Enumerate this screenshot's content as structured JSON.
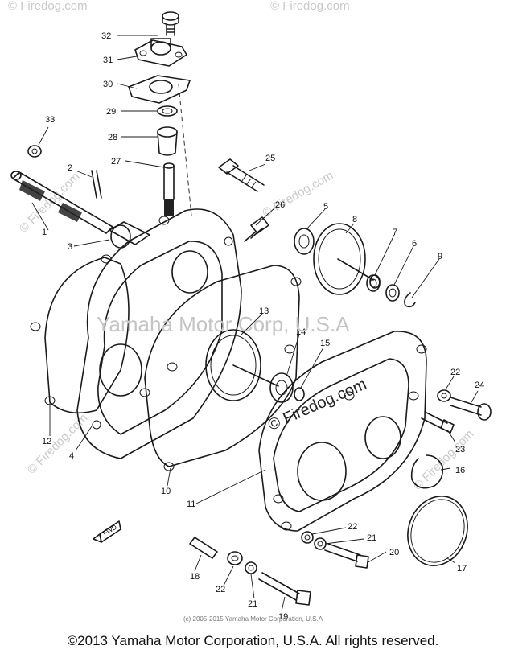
{
  "watermarks": {
    "brand": "© Firedog.com",
    "brand_short": "© Firedog.com",
    "center": "Yamaha Motor Corp, U.S.A"
  },
  "footer": {
    "caption": "©2013 Yamaha Motor Corporation, U.S.A. All rights reserved.",
    "small_copyright": "(c) 2005-2015 Yamaha Motor Corporation, U.S.A"
  },
  "fwd_label": "FWD",
  "callouts": [
    "32",
    "31",
    "30",
    "29",
    "28",
    "27",
    "33",
    "2",
    "1",
    "3",
    "25",
    "26",
    "5",
    "8",
    "7",
    "6",
    "9",
    "13",
    "14",
    "15",
    "12",
    "4",
    "10",
    "11",
    "22",
    "24",
    "23",
    "16",
    "22",
    "21",
    "20",
    "18",
    "22",
    "21",
    "19",
    "17"
  ]
}
